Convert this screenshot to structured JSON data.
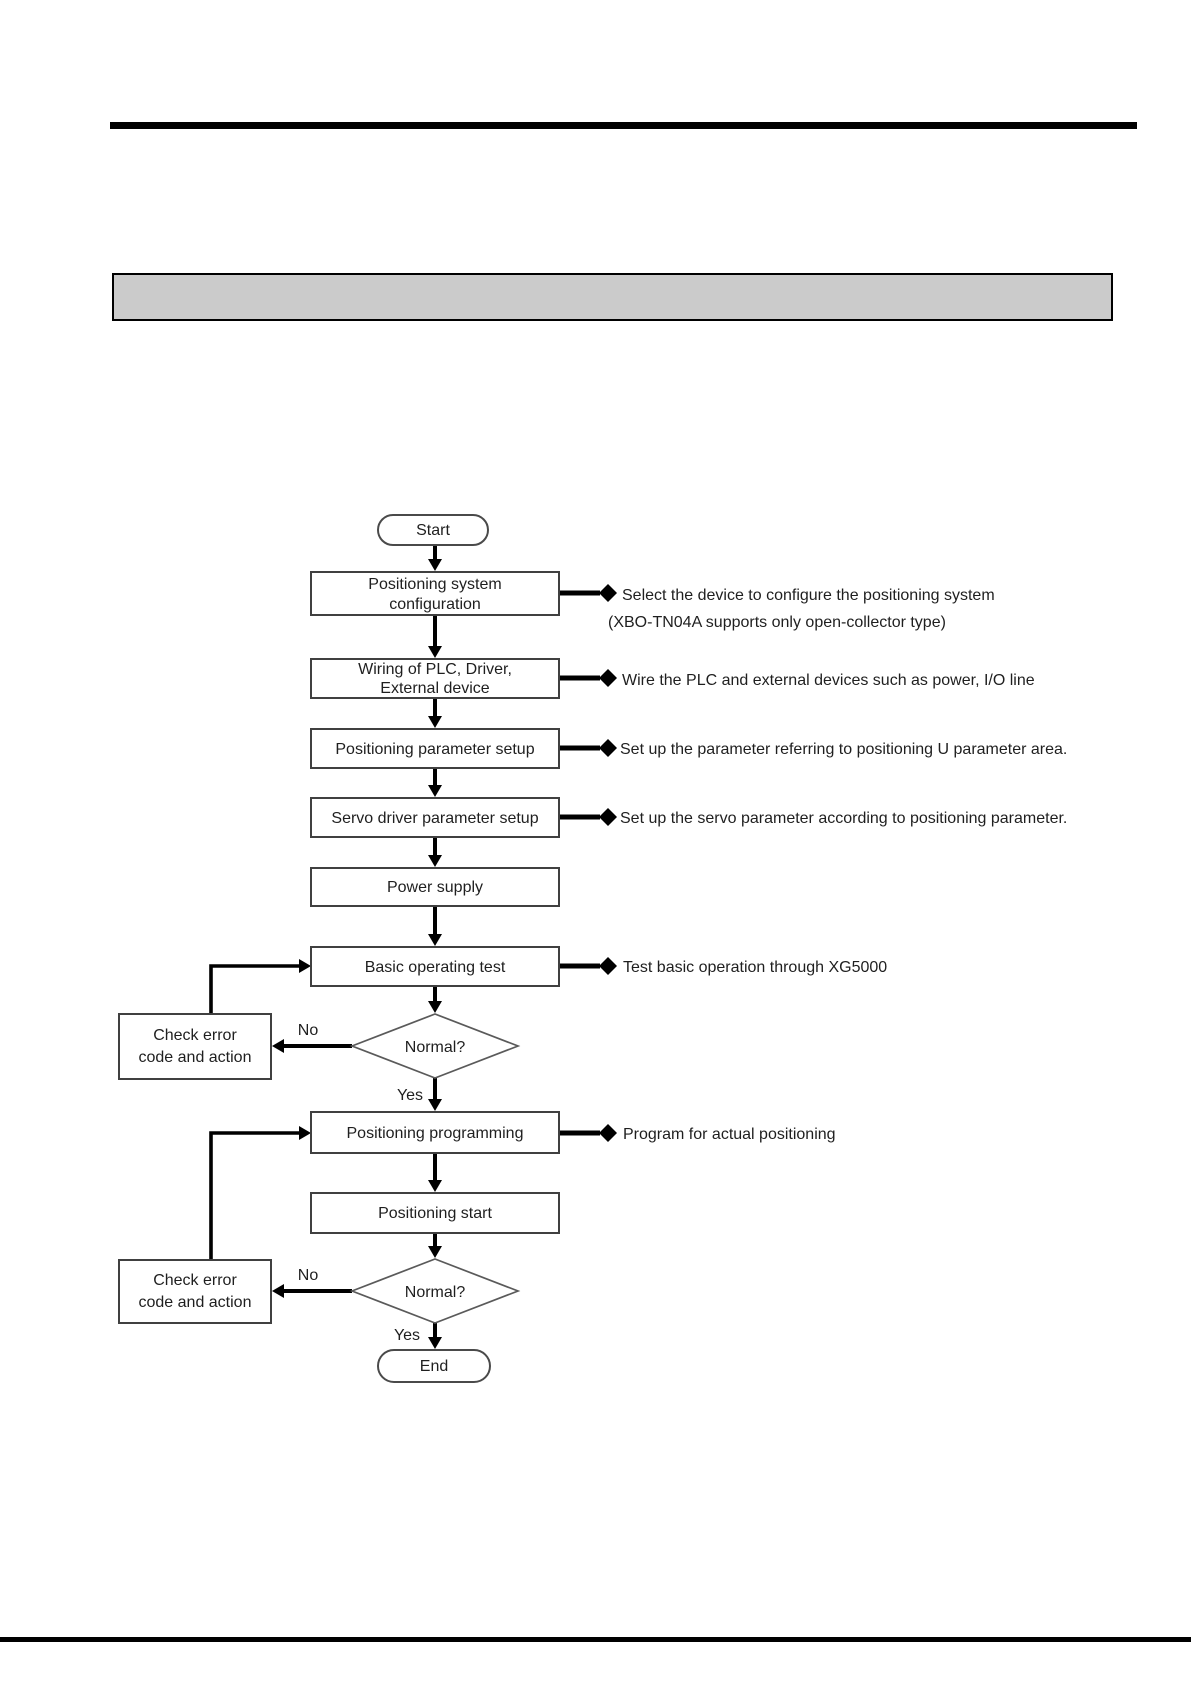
{
  "colors": {
    "banner_fill": "#cbcbcb",
    "rule_black": "#000000",
    "ink": "#1f1f1f"
  },
  "flowchart": {
    "terminators": {
      "start": "Start",
      "end": "End"
    },
    "process_steps": [
      {
        "lines": [
          "Positioning system",
          "configuration"
        ]
      },
      {
        "lines": [
          "Wiring of PLC, Driver,",
          "External device"
        ]
      },
      {
        "lines": [
          "Positioning parameter setup"
        ]
      },
      {
        "lines": [
          "Servo driver parameter setup"
        ]
      },
      {
        "lines": [
          "Power supply"
        ]
      },
      {
        "lines": [
          "Basic operating test"
        ]
      },
      {
        "lines": [
          "Positioning programming"
        ]
      },
      {
        "lines": [
          "Positioning start"
        ]
      }
    ],
    "decisions": [
      {
        "label": "Normal?",
        "no_label": "No",
        "yes_label": "Yes"
      },
      {
        "label": "Normal?",
        "no_label": "No",
        "yes_label": "Yes"
      }
    ],
    "error_boxes": [
      {
        "lines": [
          "Check error",
          "code and action"
        ]
      },
      {
        "lines": [
          "Check error",
          "code and action"
        ]
      }
    ],
    "annotations": [
      {
        "lines": [
          "Select the device to configure the positioning system",
          "(XBO-TN04A supports only open-collector type)"
        ]
      },
      {
        "lines": [
          "Wire the PLC and external devices such as power, I/O line"
        ]
      },
      {
        "lines": [
          "Set up the parameter referring to positioning U parameter area."
        ]
      },
      {
        "lines": [
          "Set up the servo parameter according to positioning parameter."
        ]
      },
      {
        "lines": [
          "Test basic operation through XG5000"
        ]
      },
      {
        "lines": [
          "Program for actual positioning"
        ]
      }
    ]
  }
}
